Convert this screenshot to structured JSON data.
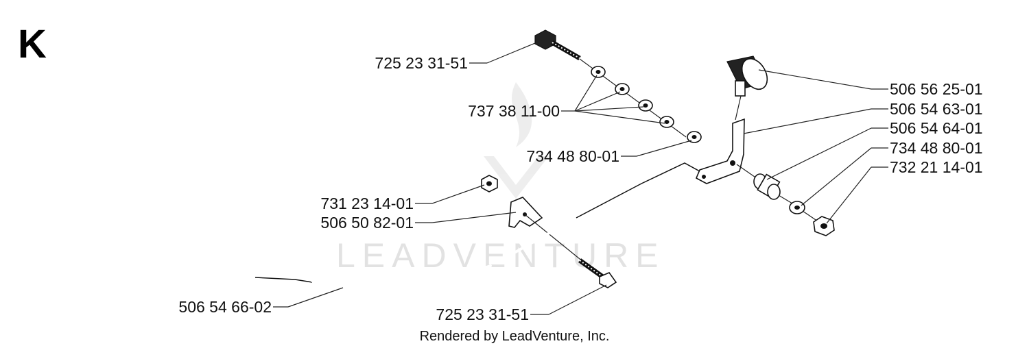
{
  "section_letter": "K",
  "watermark": "LEADVENTURE",
  "credit": "Rendered by LeadVenture, Inc.",
  "labels": {
    "bolt_top": "725 23 31-51",
    "washers": "737 38 11-00",
    "washer_mid": "734 48 80-01",
    "nut_left": "731 23 14-01",
    "bracket": "506 50 82-01",
    "cable": "506 54 66-02",
    "bolt_bottom": "725 23 31-51",
    "knob": "506 56 25-01",
    "lever": "506 54 63-01",
    "bushing": "506 54 64-01",
    "washer_right": "734 48 80-01",
    "nut_right": "732 21 14-01"
  }
}
